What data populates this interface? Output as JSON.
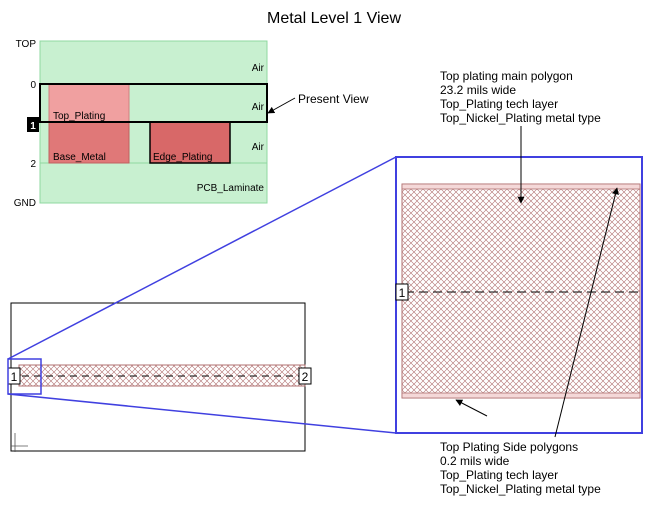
{
  "title": "Metal Level 1 View",
  "stackup": {
    "top_label": "TOP",
    "gnd_label": "GND",
    "level_0": "0",
    "level_1": "1",
    "level_2": "2",
    "layers": {
      "air_top": "Air",
      "air_mid": "Air",
      "air_low": "Air",
      "top_plating": "Top_Plating",
      "base_metal": "Base_Metal",
      "edge_plating": "Edge_Plating",
      "pcb_laminate": "PCB_Laminate"
    },
    "present_view": "Present View"
  },
  "ports": {
    "left": "1",
    "right": "2",
    "zoom": "1"
  },
  "annotations": {
    "main_polygon": [
      "Top plating main polygon",
      "23.2 mils wide",
      "Top_Plating tech layer",
      "Top_Nickel_Plating metal type"
    ],
    "side_polygons": [
      "Top Plating Side polygons",
      "0.2 mils wide",
      "Top_Plating tech layer",
      "Top_Nickel_Plating metal type"
    ]
  },
  "colors": {
    "air": "#c8f0d0",
    "air_border": "#8fd8a0",
    "top_plating": "#f0a0a0",
    "base_metal": "#e07878",
    "edge_plating": "#d86868",
    "zoom_frame": "#4040e0",
    "hatch": "#b07070"
  }
}
